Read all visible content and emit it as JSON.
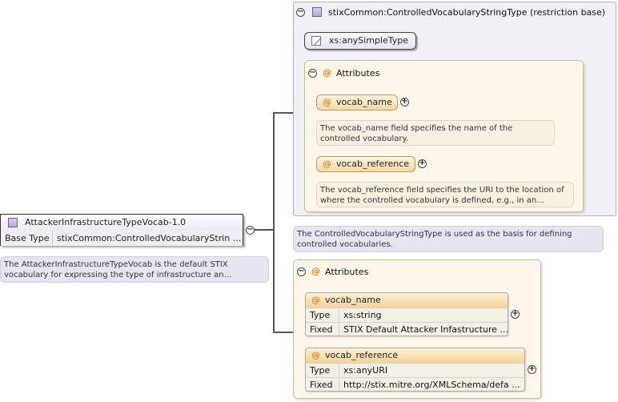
{
  "root": {
    "name": "AttackerInfrastructureTypeVocab-1.0",
    "base_type_label": "Base Type",
    "base_type_value": "stixCommon:ControlledVocabularyStrin ...",
    "note": "The AttackerInfrastructureTypeVocab is the default STIX vocabulary for expressing the type of infrastructure an...",
    "toggle": "−"
  },
  "restriction": {
    "title": "stixCommon:ControlledVocabularyStringType (restriction base)",
    "toggle": "−",
    "simple_type": "xs:anySimpleType",
    "attributes_title": "Attributes",
    "attributes_toggle": "−",
    "attrs": [
      {
        "name": "vocab_name",
        "note": "The vocab_name field specifies the name of the controlled vocabulary.",
        "toggle": "+"
      },
      {
        "name": "vocab_reference",
        "note": "The vocab_reference field specifies the URI to the location of where the controlled vocabulary is defined, e.g., in an...",
        "toggle": "+"
      }
    ],
    "note": "The ControlledVocabularyStringType is used as the basis for defining controlled vocabularies."
  },
  "own_attributes": {
    "title": "Attributes",
    "toggle": "−",
    "type_label": "Type",
    "fixed_label": "Fixed",
    "attrs": [
      {
        "name": "vocab_name",
        "type": "xs:string",
        "fixed": "STIX Default Attacker Infastructure  ...",
        "toggle": "+"
      },
      {
        "name": "vocab_reference",
        "type": "xs:anyURI",
        "fixed": "http://stix.mitre.org/XMLSchema/defa ...",
        "toggle": "+"
      }
    ]
  },
  "at_symbol": "@",
  "colors": {
    "accent_at": "#e08a1e",
    "panel_purple": "#f2f0f7",
    "panel_cream": "#fdf6ea"
  }
}
